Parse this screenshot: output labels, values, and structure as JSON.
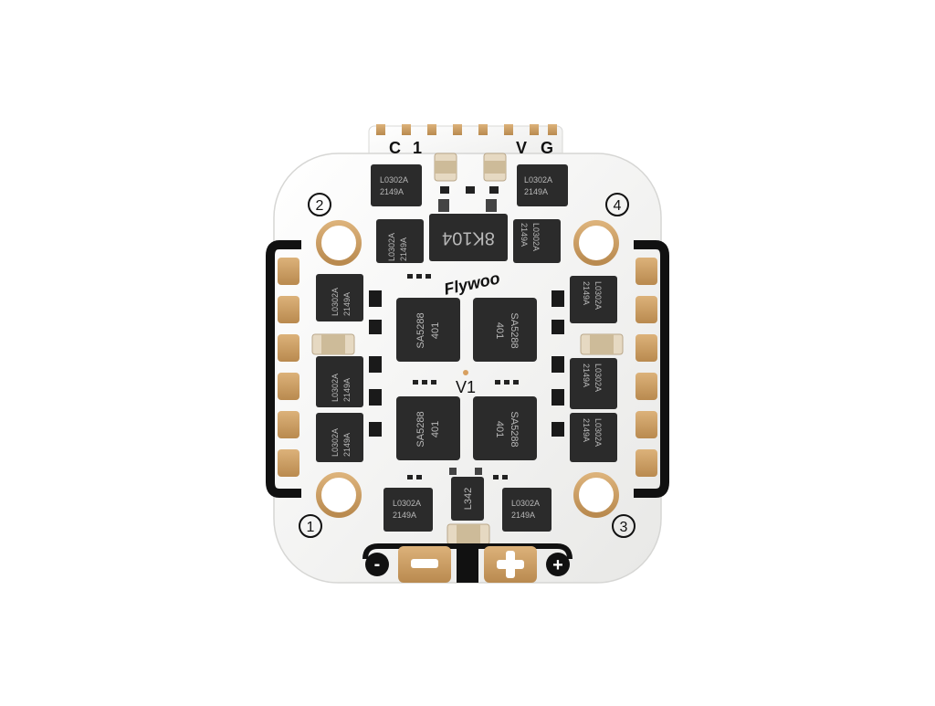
{
  "board": {
    "brand": "Flywoo",
    "version": "V1",
    "top_labels": [
      "C",
      "1",
      "V",
      "G"
    ],
    "corner_labels": [
      "1",
      "2",
      "3",
      "4"
    ],
    "polarity": {
      "minus": "-",
      "plus": "+"
    },
    "chips": {
      "mosfet_line1": "L0302A",
      "mosfet_line2": "2149A",
      "mcu_line1": "SA5288",
      "mcu_line2": "401",
      "regulator": "8K104",
      "small_ic": "L342"
    }
  },
  "colors": {
    "pcb": "#f4f4f2",
    "pad_gold": "#c99a5e",
    "chip": "#2b2b2b",
    "chip_text": "#b8b8b8",
    "silkscreen": "#111111"
  }
}
